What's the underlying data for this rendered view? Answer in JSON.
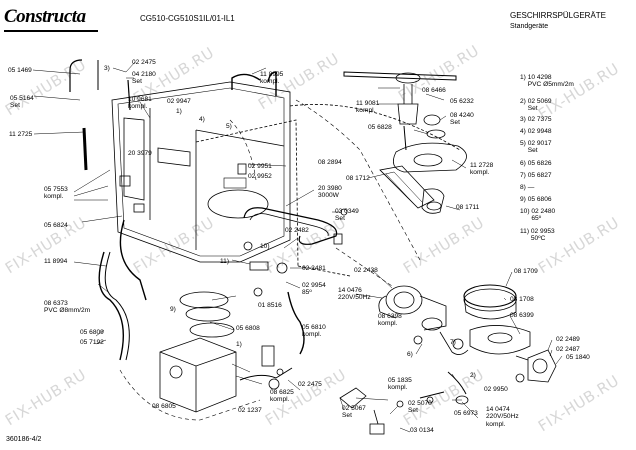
{
  "header": {
    "brand": "Constructa",
    "model": "CG510-CG510S1IL/01-IL1",
    "category": "GESCHIRRSPÜLGERÄTE",
    "subcategory": "Standgeräte",
    "doc_id": "360186-4/2"
  },
  "watermark": {
    "text": "FIX-HUB.RU"
  },
  "callouts": {
    "c01": "05 1469",
    "c02": "05 5164\nSet",
    "c03": "11 2725",
    "c04": "3)",
    "c05": "02 2475",
    "c06": "04 2180\nSet",
    "c07": "10 9681\nkompl.",
    "c08": "02 9947",
    "c09": "1)",
    "c10": "4)",
    "c11": "5)",
    "c12": "11 8995\nkompl.",
    "c13": "20 3979",
    "c14": "05 7553\nkompl.",
    "c15": "05 6824",
    "c16": "02 9951",
    "c17": "02 9952",
    "c18": "08 2894",
    "c19": "20 3980\n3000W",
    "c20": "03 0349\nSet",
    "c21": "10)",
    "c22": "02 2482",
    "c23": "11)",
    "c24": "11 8994",
    "c25": "02 2481",
    "c26": "02 9954\n85º",
    "c27": "01 8516",
    "c28": "08 6373\nPVC Ø8mm/2m",
    "c29": "9)",
    "c30": "05 6809",
    "c31": "05 7192",
    "c32": "05 6808",
    "c33": "05 6810\nkompl.",
    "c34": "1)",
    "c35": "02 2475",
    "c36": "08 6825\nkompl.",
    "c37": "08 6805",
    "c38": "02 1237",
    "c39": "08 6466",
    "c40": "11 9081\nkompl.",
    "c41": "05 6232",
    "c42": "08 4240\nSet",
    "c43": "05 6828",
    "c44": "08 1712",
    "c45": "11 2728\nkompl.",
    "c46": "08 1711",
    "c47": "02 2438",
    "c48": "14 0476\n220V/50Hz",
    "c49": "08 6398\nkompl.",
    "c50": "7)",
    "c51": "6)",
    "c52": "08 1709",
    "c53": "08 1708",
    "c54": "08 6399",
    "c55": "02 2489",
    "c56": "02 2487",
    "c57": "05 1840",
    "c58": "2)",
    "c59": "05 1835\nkompl.",
    "c60": "02 9950",
    "c61": "02 5067\nSet",
    "c62": "02 5070\nSet",
    "c63": "03 0134",
    "c64": "05 6973",
    "c65": "14 0474\n220V/50Hz\nkompl."
  },
  "legend": [
    {
      "n": "1)",
      "text": "10 4298\nPVC Ø5mm/2m"
    },
    {
      "n": "2)",
      "text": "02 5069\nSet"
    },
    {
      "n": "3)",
      "text": "02 7375"
    },
    {
      "n": "4)",
      "text": "02 9948"
    },
    {
      "n": "5)",
      "text": "02 9017\nSet"
    },
    {
      "n": "6)",
      "text": "05 6826"
    },
    {
      "n": "7)",
      "text": "05 6827"
    },
    {
      "n": "8)",
      "text": "—"
    },
    {
      "n": "9)",
      "text": "05 6806"
    },
    {
      "n": "10)",
      "text": "02 2480\n65º"
    },
    {
      "n": "11)",
      "text": "02 9953\n50ºC"
    }
  ]
}
